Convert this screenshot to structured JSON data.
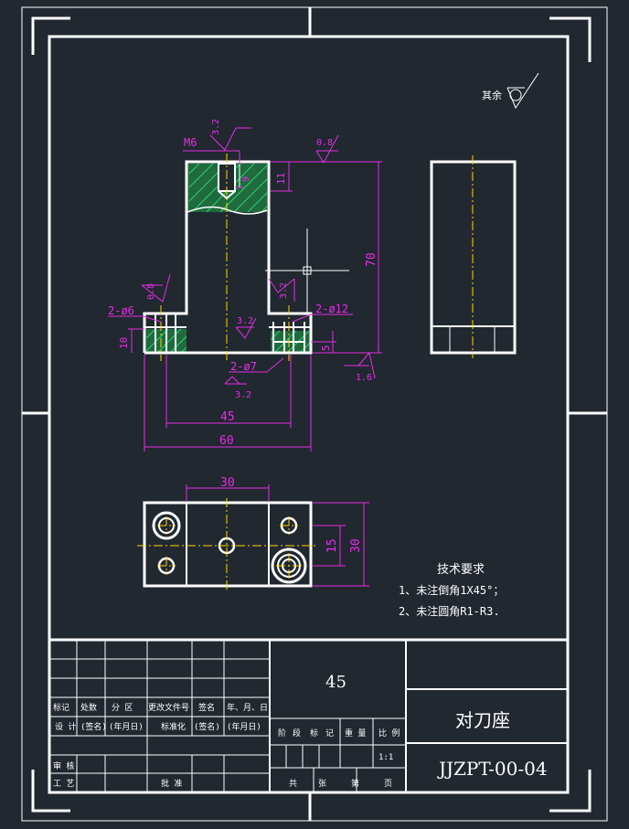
{
  "roughness": {
    "general_label": "其余",
    "top_left_value": "3.2",
    "top_right_value": "0.8",
    "left_value": "0.8",
    "mid_value": "3.2",
    "inner_value": "3.2",
    "bottom_value": "3.2",
    "base_value": "1.6"
  },
  "dimensions": {
    "thread": "M6",
    "depth_9": "9",
    "depth_11": "11",
    "height_70": "70",
    "holes_6": "2-ø6",
    "holes_12": "2-ø12",
    "holes_7": "2-ø7",
    "thick_10": "10",
    "cb_5": "5",
    "span_45": "45",
    "total_60": "60",
    "plan_30": "30",
    "plan_15": "15",
    "plan_height_30": "30"
  },
  "notes": {
    "title": "技术要求",
    "line1": "1、未注倒角1X45°；",
    "line2": "2、未注圆角R1-R3."
  },
  "title_block": {
    "material": "45",
    "part_name": "对刀座",
    "drawing_no": "JJZPT-00-04",
    "scale": "1:1",
    "rev_labels": [
      "标记",
      "处数",
      "分 区",
      "更改文件号",
      "签名",
      "年、月、日"
    ],
    "design_labels": [
      "设 计",
      "(签名)",
      "(年月日)",
      "标准化",
      "(签名)",
      "(年月日)"
    ],
    "review_label": "审 核",
    "process_label": "工 艺",
    "approve_label": "批 准",
    "stage_labels": [
      "阶",
      "段",
      "标",
      "记",
      "重 量",
      "比 例"
    ],
    "sheet_labels": [
      "共",
      "张",
      "第",
      "页"
    ]
  }
}
